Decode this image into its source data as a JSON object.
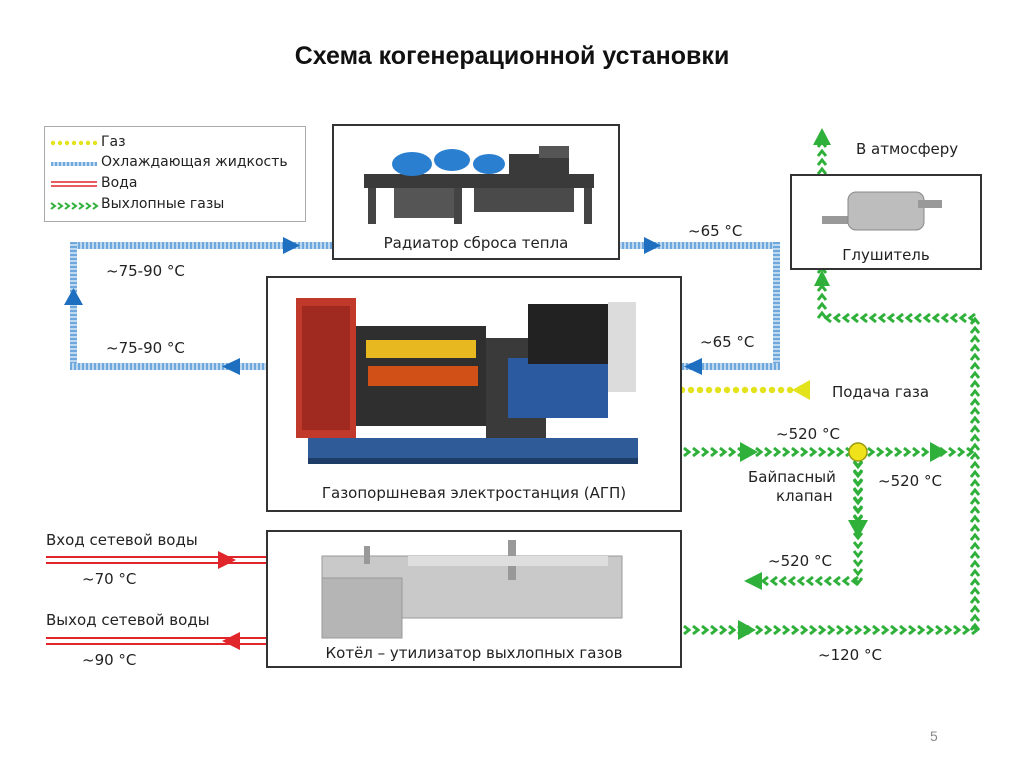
{
  "title": "Схема когенерационной  установки",
  "legend": {
    "items": [
      {
        "label": "Газ",
        "color": "#e3e31b"
      },
      {
        "label": "Охлаждающая жидкость",
        "color": "#4a8fd0"
      },
      {
        "label": "Вода",
        "color": "#e0262b"
      },
      {
        "label": "Выхлопные газы",
        "color": "#2fb03a"
      }
    ]
  },
  "units": {
    "radiator": "Радиатор сброса тепла",
    "generator": "Газопоршневая электростанция (АГП)",
    "boiler": "Котёл – утилизатор выхлопных газов",
    "muffler": "Глушитель"
  },
  "labels": {
    "atmosphere": "В атмосферу",
    "gas_supply": "Подача газа",
    "bypass_valve_1": "Байпасный",
    "bypass_valve_2": "клапан",
    "water_in": "Вход сетевой воды",
    "water_out": "Выход сетевой воды"
  },
  "temperatures": {
    "cool_top_left": "~75-90 °С",
    "cool_bottom_left": "~75-90 °С",
    "cool_top_right": "~65 °С",
    "cool_bottom_right": "~65 °С",
    "exhaust_out": "~520 °С",
    "exhaust_right": "~520 °С",
    "exhaust_boiler_in": "~520 °С",
    "exhaust_boiler_out": "~120 °С",
    "water_in": "~70 °С",
    "water_out": "~90 °С"
  },
  "colors": {
    "gas": "#e3e31b",
    "coolant": "#4a8fd0",
    "water": "#e0262b",
    "exhaust": "#2fb03a",
    "valve": "#f0e21a"
  },
  "page_number": "5"
}
